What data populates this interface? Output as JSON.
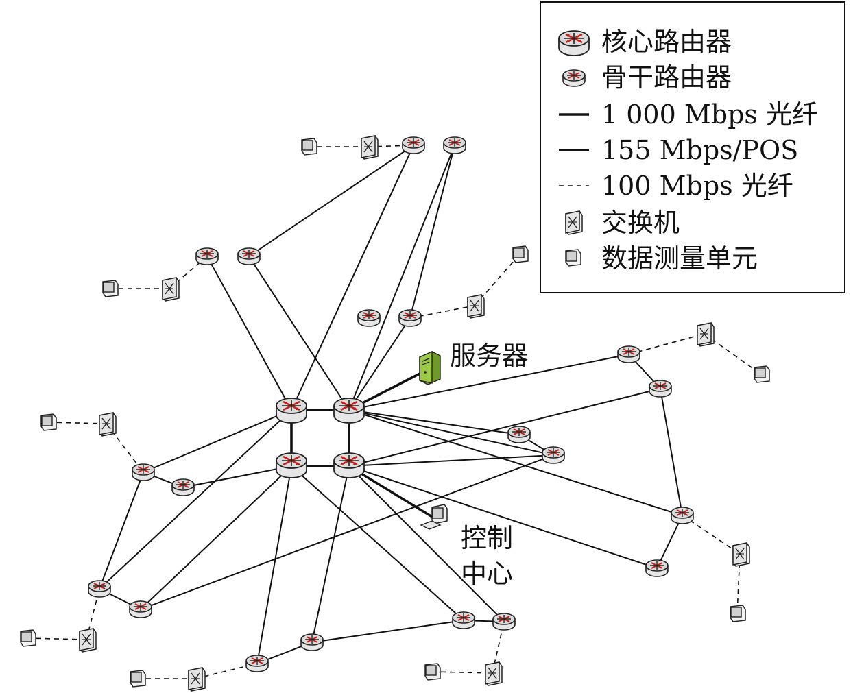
{
  "legend": {
    "items": [
      {
        "key": "core-router",
        "label": "核心路由器"
      },
      {
        "key": "backbone-router",
        "label": "骨干路由器"
      },
      {
        "key": "link-1000",
        "label": "1 000 Mbps 光纤"
      },
      {
        "key": "link-155",
        "label": "155 Mbps/POS"
      },
      {
        "key": "link-100",
        "label": "100 Mbps 光纤"
      },
      {
        "key": "switch",
        "label": "交换机"
      },
      {
        "key": "measure-unit",
        "label": "数据测量单元"
      }
    ]
  },
  "labels": {
    "server": "服务器",
    "control_line1": "控制",
    "control_line2": "中心"
  },
  "icons": {
    "core_router": "core-router-icon",
    "backbone_router": "backbone-router-icon",
    "switch": "switch-icon",
    "measure_unit": "measure-unit-icon",
    "server": "server-icon",
    "control_center": "computer-icon"
  },
  "colors": {
    "router_arrow": "#c0201a",
    "server_green": "#8fbf3a"
  }
}
